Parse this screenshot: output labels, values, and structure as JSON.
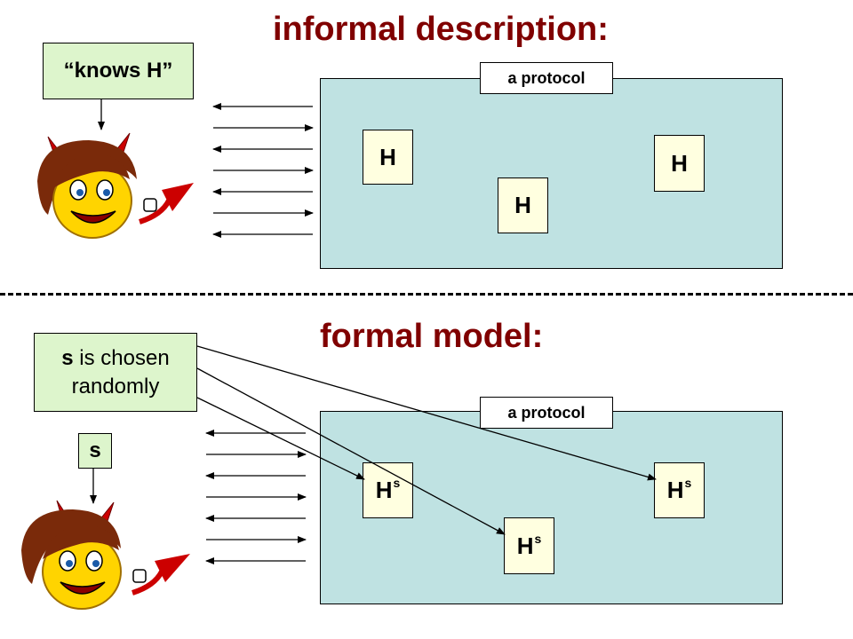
{
  "top": {
    "title": "informal description:",
    "adversary_label": "“knows H”",
    "protocol_label": "a protocol",
    "h_boxes": [
      "H",
      "H",
      "H"
    ]
  },
  "bottom": {
    "title": "formal model:",
    "seed_note_bold": "s",
    "seed_note_rest": " is chosen randomly",
    "seed_label": "s",
    "protocol_label": "a protocol",
    "h_boxes": [
      {
        "base": "H",
        "sup": "s"
      },
      {
        "base": "H",
        "sup": "s"
      },
      {
        "base": "H",
        "sup": "s"
      }
    ]
  },
  "colors": {
    "title": "#800000",
    "note_fill": "#ddf5cc",
    "protocol_fill": "#bfe2e2",
    "h_fill": "#ffffe0",
    "devil_face": "#ffd400",
    "devil_horns": "#cc0000",
    "devil_hair": "#7a2a0a"
  },
  "icons": [
    "devil-adversary-icon"
  ]
}
